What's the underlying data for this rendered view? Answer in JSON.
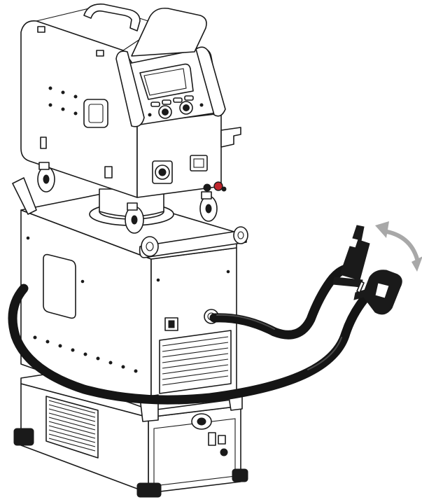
{
  "illustration": {
    "subject": "welding-machine-with-wire-feeder",
    "parts": [
      "wire-feeder-unit",
      "control-panel",
      "power-source-cabinet",
      "cooling-unit",
      "mma-electrode-holder",
      "earth-clamp",
      "cable-set"
    ]
  },
  "colors": {
    "line": "#1a1a1a",
    "background": "#ffffff",
    "cable": "#151515",
    "arrow": "#a8a8a8",
    "connector_red": "#c0262d"
  }
}
